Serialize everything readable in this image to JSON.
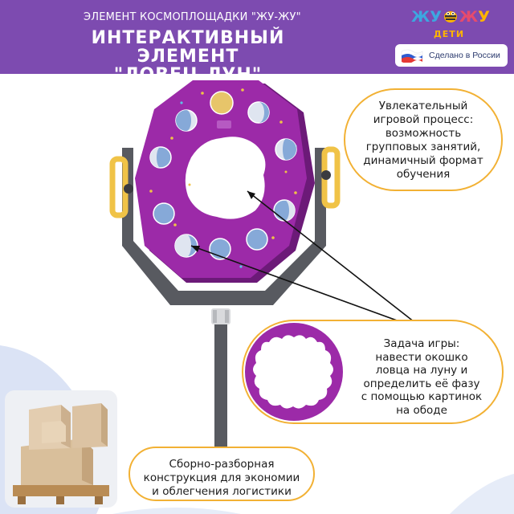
{
  "header": {
    "subtitle": "ЭЛЕМЕНТ КОСМОПЛОЩАДКИ \"ЖУ-ЖУ\"",
    "title_line1": "ИНТЕРАКТИВНЫЙ ЭЛЕМЕНТ",
    "title_line2": "\"ЛОВЕЦ ЛУН\"",
    "bg_color": "#7d4bb0"
  },
  "logo": {
    "letters": [
      "Ж",
      "У",
      "Ж",
      "У"
    ],
    "letter_colors": [
      "#3da7e0",
      "#3da7e0",
      "#e64b6d",
      "#ffb400"
    ],
    "sub": "ДЕТИ"
  },
  "badge": {
    "text": "Сделано в России",
    "icon": "russia-flag-icon"
  },
  "callouts": {
    "process": [
      "Увлекательный",
      "игровой процесс:",
      "возможность",
      "групповых занятий,",
      "динамичный формат",
      "обучения"
    ],
    "task": [
      "Задача игры:",
      "навести окошко",
      "ловца на луну и",
      "определить её фазу",
      "с помощью картинок",
      "на ободе"
    ],
    "construction": [
      "Сборно-разборная",
      "конструкция для экономии",
      "и облегчения логистики"
    ]
  },
  "colors": {
    "accent_border": "#f2b134",
    "panel_purple": "#9c2aa8",
    "frame_gray": "#585a60",
    "handle_yellow": "#f0c347",
    "moon_blue": "#86a9d8",
    "moon_gold": "#e7c56a"
  }
}
